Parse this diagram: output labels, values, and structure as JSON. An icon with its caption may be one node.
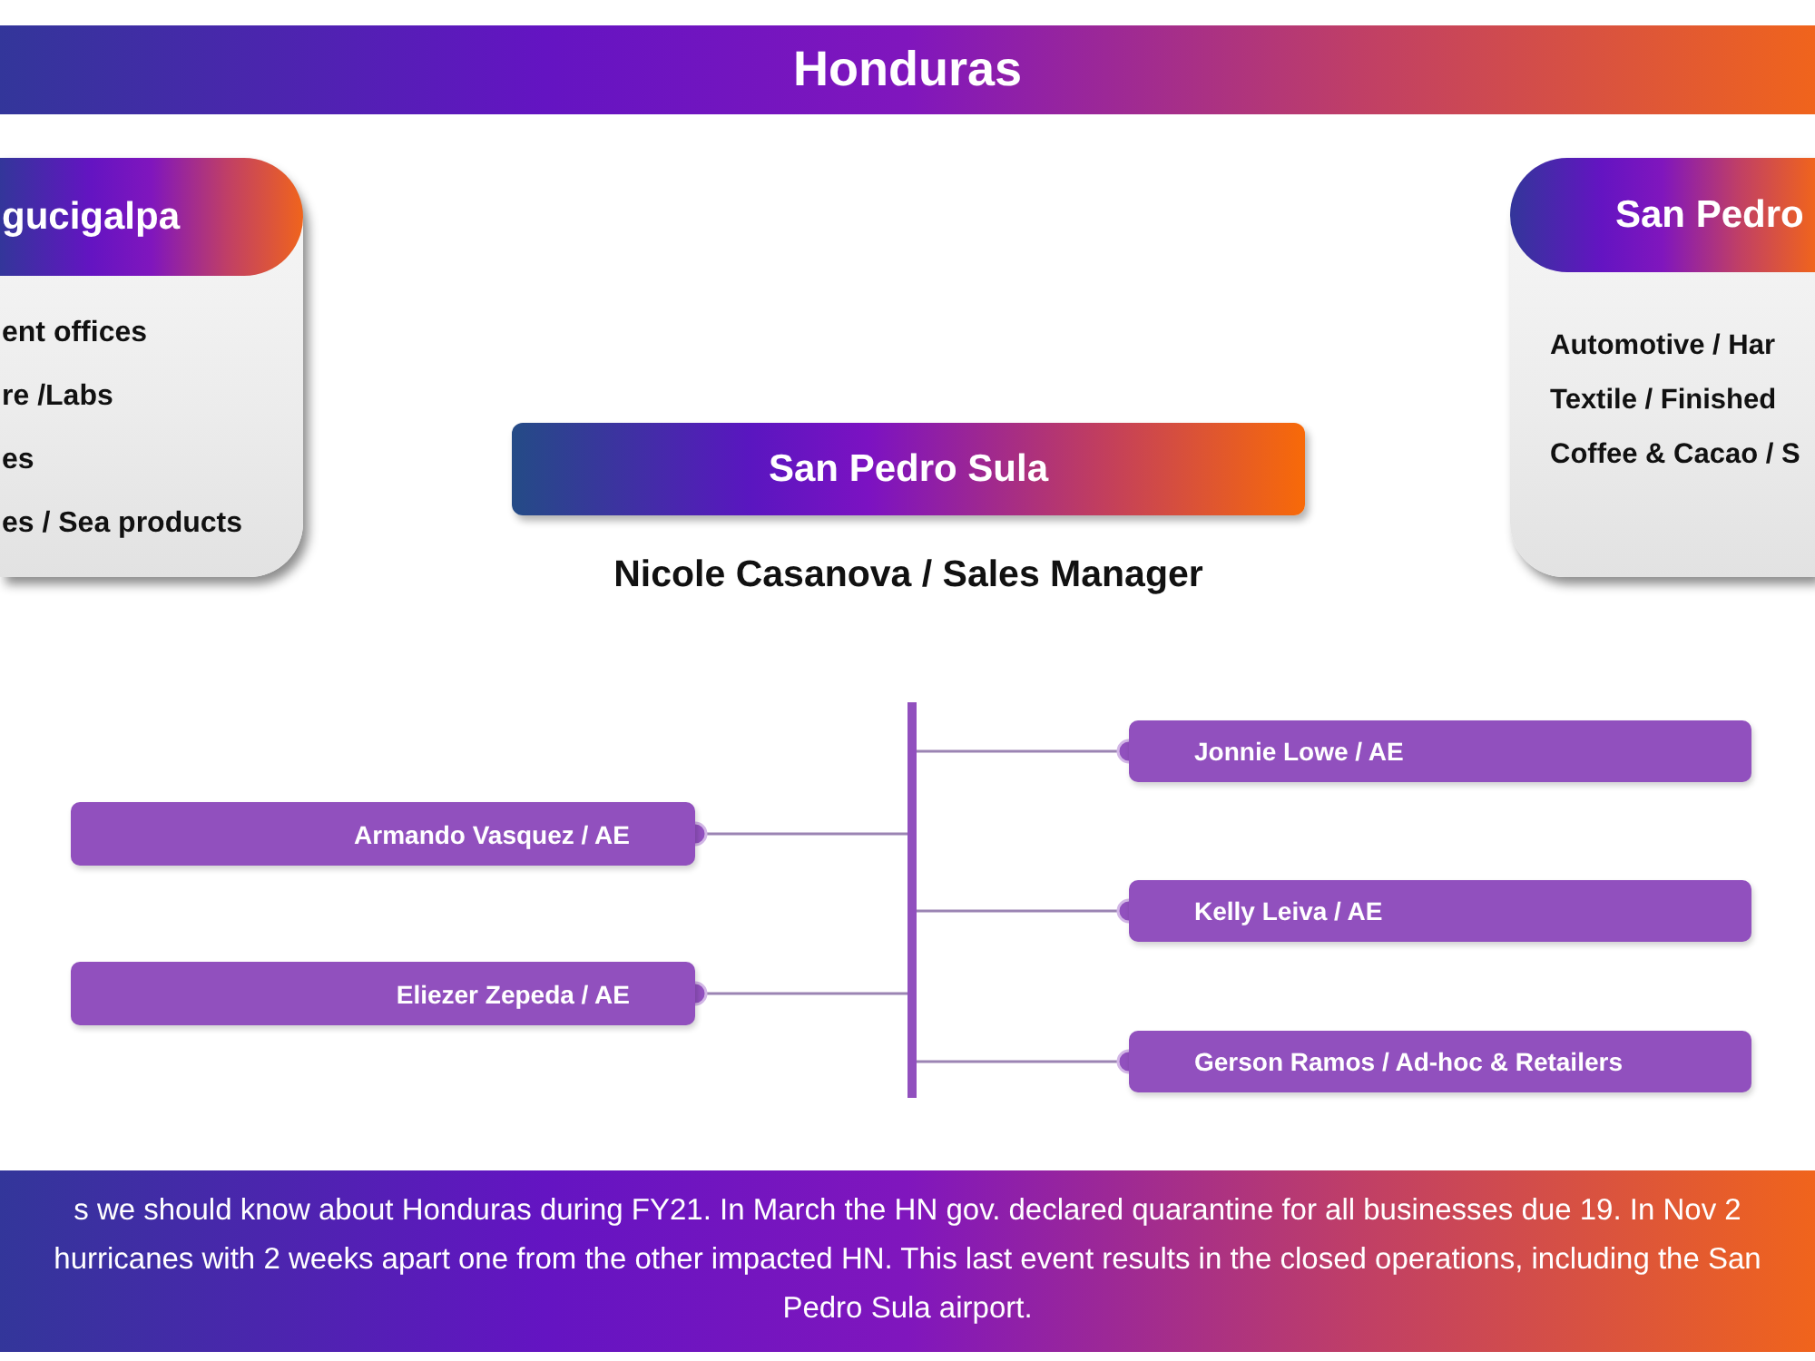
{
  "diagram": {
    "title": "Honduras",
    "nodes": [
      {
        "text": [
          "gucigalpa",
          "ent offices",
          "re /Labs",
          "es",
          "es / Sea products"
        ]
      },
      {
        "text": [
          "San Pedro",
          "Automotive / Har",
          "Textile / Finished",
          "Coffee & Cacao / S"
        ]
      },
      {
        "text": [
          "San Pedro Sula"
        ],
        "beside": [
          "Nicole Casanova / Sales Manager"
        ]
      },
      {
        "text": [],
        "shape": "bar"
      },
      {
        "text": [
          "Jonnie Lowe / AE"
        ]
      },
      {
        "text": [
          "Armando Vasquez / AE"
        ]
      },
      {
        "text": [
          "Kelly Leiva / AE"
        ]
      },
      {
        "text": [
          "Eliezer Zepeda / AE"
        ]
      },
      {
        "text": [
          "Gerson Ramos / Ad-hoc & Retailers"
        ]
      },
      {
        "text": [
          "s we should know about Honduras during FY21. In March the HN gov. declared quarantine for all businesses due 19. In Nov 2 hurricanes with 2 weeks apart one from the other impacted HN. This last event results in the closed operations, including the San Pedro Sula airport."
        ]
      }
    ],
    "edges": [
      {
        "from": 3,
        "to": 4,
        "arrow": "other"
      },
      {
        "from": 3,
        "to": 5,
        "arrow": "other"
      },
      {
        "from": 3,
        "to": 6,
        "arrow": "other"
      },
      {
        "from": 3,
        "to": 7,
        "arrow": "other"
      },
      {
        "from": 3,
        "to": 8,
        "arrow": "other"
      }
    ]
  }
}
